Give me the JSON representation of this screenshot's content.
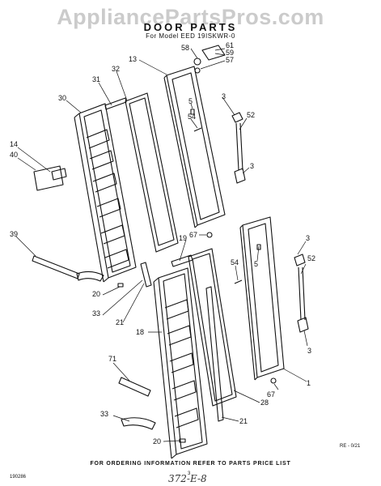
{
  "watermark": "AppliancePartsPros.com",
  "title": "DOOR PARTS",
  "subtitle": "For Model EED 19ISKWR-0",
  "labels": {
    "p1": "1",
    "p3a": "3",
    "p3b": "3",
    "p3c": "3",
    "p3d": "3",
    "p5a": "5",
    "p5b": "5",
    "p13": "13",
    "p14": "14",
    "p18": "18",
    "p19": "19",
    "p20a": "20",
    "p20b": "20",
    "p21a": "21",
    "p21b": "21",
    "p28": "28",
    "p30": "30",
    "p31": "31",
    "p32": "32",
    "p33a": "33",
    "p33b": "33",
    "p39": "39",
    "p40": "40",
    "p52a": "52",
    "p52b": "52",
    "p54a": "54",
    "p54b": "54",
    "p57": "57",
    "p58": "58",
    "p59": "59",
    "p61": "61",
    "p67a": "67",
    "p67b": "67",
    "p71": "71"
  },
  "footer": "FOR ORDERING INFORMATION REFER TO PARTS PRICE LIST",
  "code_right": "RE - 0/21",
  "code_left": "190286",
  "page_mark": "3",
  "handwritten_note": "372-E-8"
}
